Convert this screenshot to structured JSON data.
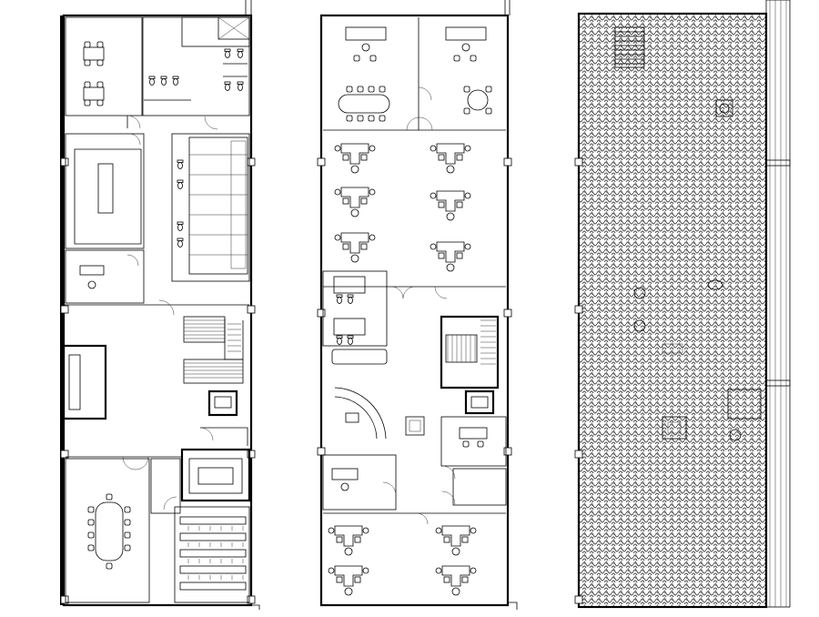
{
  "drawing": {
    "title": "",
    "sheets": [
      {
        "name": "ground-floor-plan",
        "labels": []
      },
      {
        "name": "first-floor-plan",
        "labels": []
      },
      {
        "name": "roof-plan",
        "labels": []
      }
    ]
  },
  "colors": {
    "line": "#000000",
    "paper": "#ffffff",
    "hatch": "#777777"
  },
  "icons": [
    "column-icon",
    "door-swing-icon",
    "chair-icon",
    "table-icon",
    "stair-icon",
    "toilet-icon",
    "desk-workstation-icon"
  ]
}
